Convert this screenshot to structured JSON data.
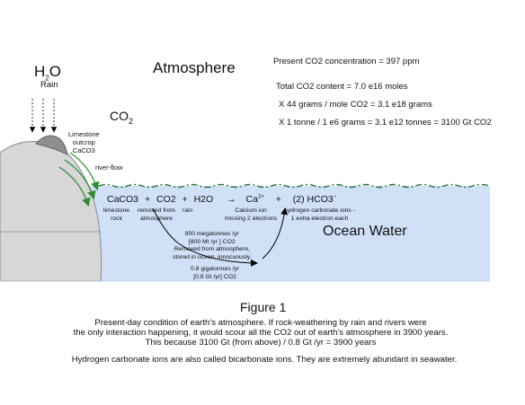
{
  "atmosphere": {
    "h2o": "H2O",
    "rain": "Rain",
    "title": "Atmosphere",
    "co2": "CO2",
    "limestone_outcrop": [
      "Limestone",
      "outcrop",
      "CaCO3"
    ],
    "river_flow": "river-flow"
  },
  "calculations": {
    "concentration": "Present CO2 concentration = 397 ppm",
    "total": "Total CO2 content = 7.0 e16 moles",
    "grams": "X 44 grams / mole CO2 = 3.1 e18 grams",
    "tonnes": "X 1 tonne / 1 e6 grams = 3.1 e12 tonnes = 3100 Gt CO2"
  },
  "ocean": {
    "title": "Ocean Water",
    "equation": {
      "caco3": "CaCO3",
      "plus1": "+",
      "co2": "CO2",
      "plus2": "+",
      "h2o": "H2O",
      "arrow": "→",
      "ca": "Ca",
      "ca_charge": "2+",
      "plus3": "+",
      "hco3_prefix": "(2) HCO3",
      "hco3_charge": "−"
    },
    "notes": {
      "limestone": [
        "limestone",
        "rock"
      ],
      "removed": [
        "removed from",
        "atmosphere"
      ],
      "rain": [
        "rain"
      ],
      "calcium": [
        "Calcium ion",
        "missing 2 electrons"
      ],
      "hco3": [
        "hydrogen carbonate ions -",
        "1 extra electron each"
      ]
    },
    "flux_upper": [
      "800 megatonnes /yr",
      "[800 Mt /yr ] CO2",
      "Removed from atmosphere,",
      "stored in ocean, innocuously."
    ],
    "flux_lower": [
      "0.8 gigatonnes /yr",
      "[0.8 Gt /yr] CO2"
    ]
  },
  "caption": {
    "title": "Figure 1",
    "lines": [
      "Present-day condition of earth's atmosphere.  If rock-weathering by rain and rivers were",
      "the only interaction happening, it would scour all the CO2 out of earth's atmosphere in 3900 years.",
      "This because 3100 Gt (from above) / 0.8 Gt /yr = 3900 years"
    ],
    "note": "Hydrogen carbonate ions are also called bicarbonate ions.  They are extremely abundant in seawater."
  },
  "colors": {
    "ocean": "#cfe0f7",
    "ocean_line": "#2f6f3a",
    "land": "#d7d7d7",
    "land_edge": "#8a8a8a",
    "outcrop": "#8f8f8f",
    "river": "#2e8b2e"
  }
}
